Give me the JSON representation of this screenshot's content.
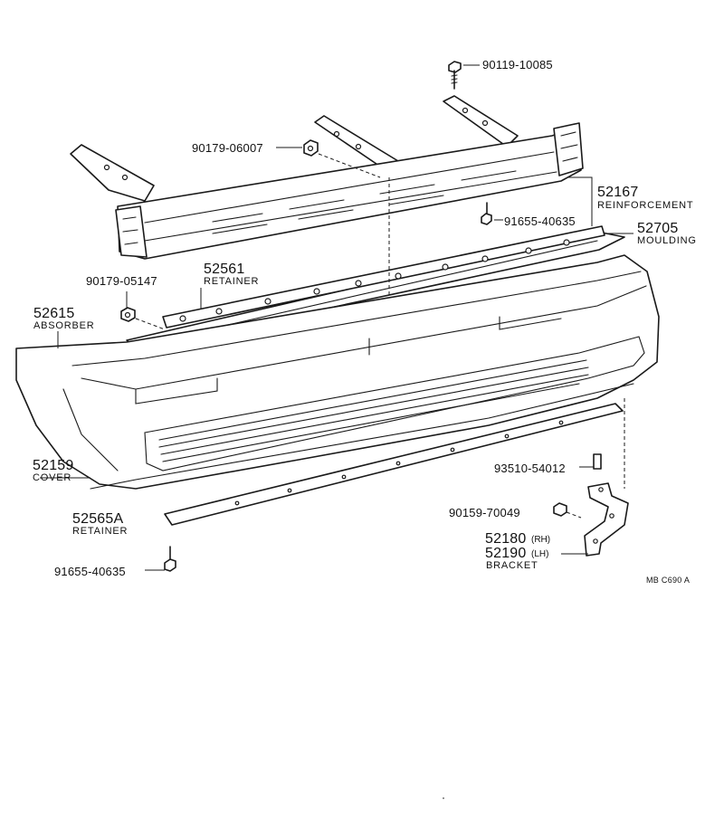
{
  "labels": {
    "bolt_top": "90119-10085",
    "nut_upper": "90179-06007",
    "reinf_num": "52167",
    "reinf_name": "REINFORCEMENT",
    "bolt_mid": "91655-40635",
    "mould_num": "52705",
    "mould_name": "MOULDING",
    "nut_left": "90179-05147",
    "ret_up_num": "52561",
    "ret_up_name": "RETAINER",
    "abs_num": "52615",
    "abs_name": "ABSORBER",
    "cover_num": "52159",
    "cover_name": "COVER",
    "screw_right": "93510-54012",
    "nut_right": "90159-70049",
    "ret_low_num": "52565A",
    "ret_low_name": "RETAINER",
    "brk_rh_num": "52180",
    "brk_rh_side": "(RH)",
    "brk_lh_num": "52190",
    "brk_lh_side": "(LH)",
    "brk_name": "BRACKET",
    "bolt_bottom": "91655-40635",
    "diagram_code": "MB C690 A"
  },
  "colors": {
    "ink": "#1a1a1a",
    "paper": "#ffffff"
  }
}
